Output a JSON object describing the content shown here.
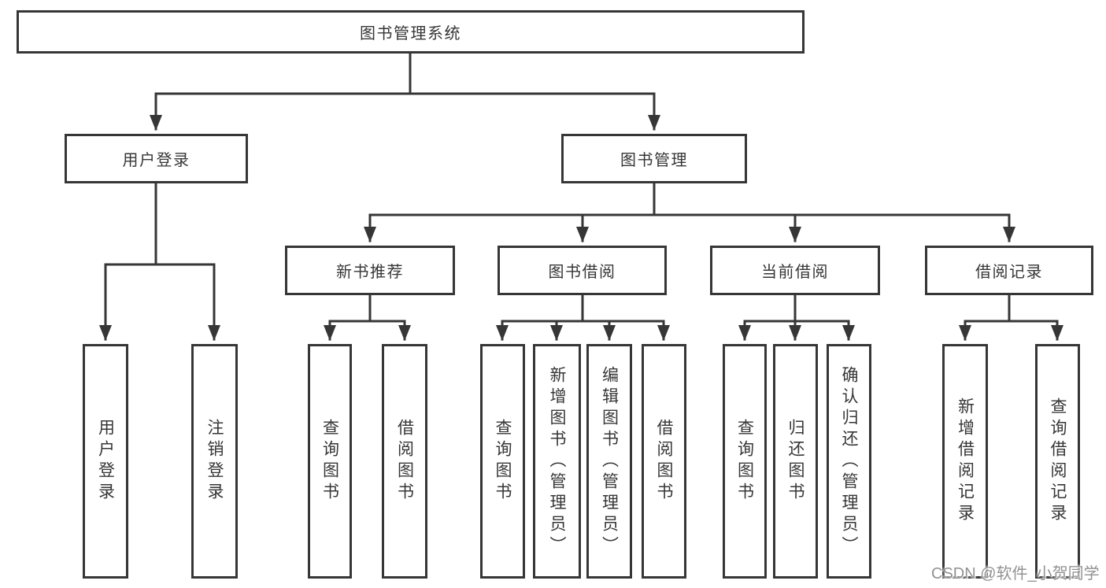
{
  "colors": {
    "background": "#ffffff",
    "line": "#363636",
    "text": "#363636",
    "watermark": "#929292"
  },
  "watermark": {
    "text": "CSDN @软件_小贺同学"
  },
  "tree": {
    "root": {
      "label": "图书管理系统"
    },
    "branches": [
      {
        "label": "用户登录",
        "leaves": [
          {
            "label": "用户登录"
          },
          {
            "label": "注销登录"
          }
        ]
      },
      {
        "label": "图书管理",
        "groups": [
          {
            "label": "新书推荐",
            "leaves": [
              {
                "label": "查询图书"
              },
              {
                "label": "借阅图书"
              }
            ]
          },
          {
            "label": "图书借阅",
            "leaves": [
              {
                "label": "查询图书"
              },
              {
                "label": "新增图书（管理员）"
              },
              {
                "label": "编辑图书（管理员）"
              },
              {
                "label": "借阅图书"
              }
            ]
          },
          {
            "label": "当前借阅",
            "leaves": [
              {
                "label": "查询图书"
              },
              {
                "label": "归还图书"
              },
              {
                "label": "确认归还（管理员）"
              }
            ]
          },
          {
            "label": "借阅记录",
            "leaves": [
              {
                "label": "新增借阅记录"
              },
              {
                "label": "查询借阅记录"
              }
            ]
          }
        ]
      }
    ]
  }
}
